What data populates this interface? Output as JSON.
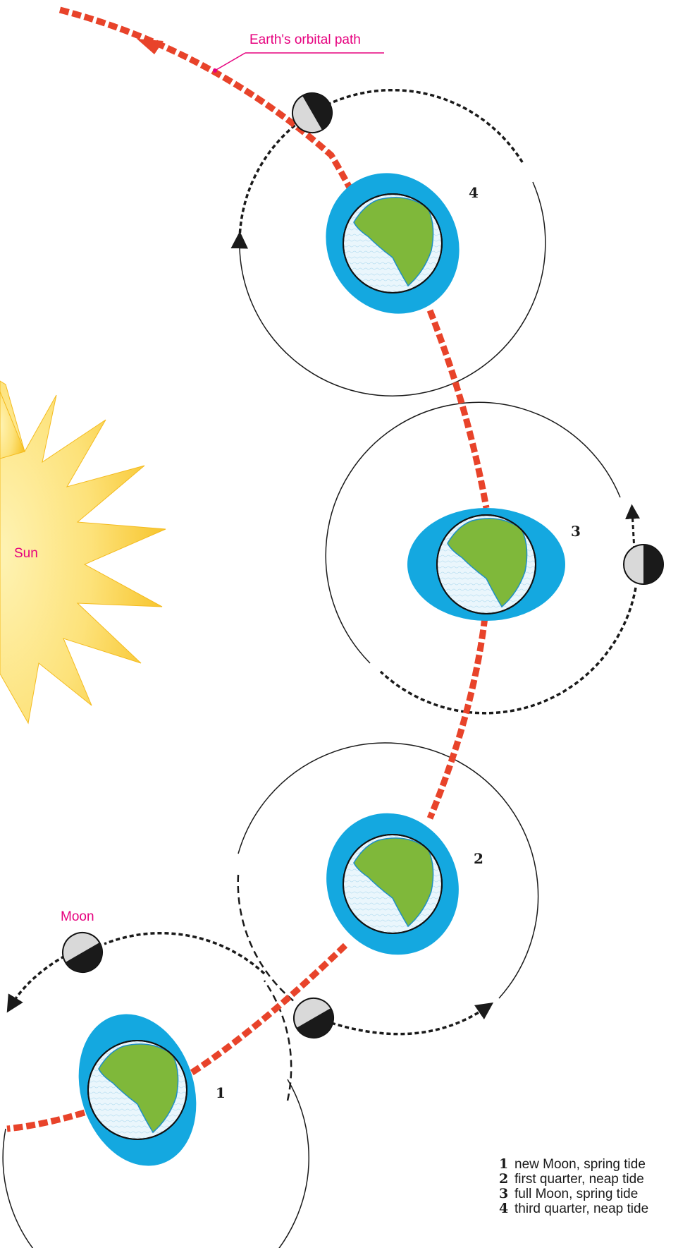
{
  "labels": {
    "orbital_path": "Earth's orbital path",
    "sun": "Sun",
    "moon": "Moon"
  },
  "positions": [
    {
      "number": "1",
      "description": "new Moon, spring tide"
    },
    {
      "number": "2",
      "description": "first quarter, neap tide"
    },
    {
      "number": "3",
      "description": "full Moon, spring tide"
    },
    {
      "number": "4",
      "description": "third quarter, neap tide"
    }
  ],
  "colors": {
    "orbit_path": "#e8432a",
    "label_magenta": "#e6007e",
    "ocean_bulge": "#14a8e0",
    "land": "#7fb83a",
    "sea": "#e6f4fb",
    "sun_outer": "#f9c832",
    "sun_inner": "#fde68c",
    "moon_light": "#d9d9d9",
    "moon_dark": "#1a1a1a"
  }
}
